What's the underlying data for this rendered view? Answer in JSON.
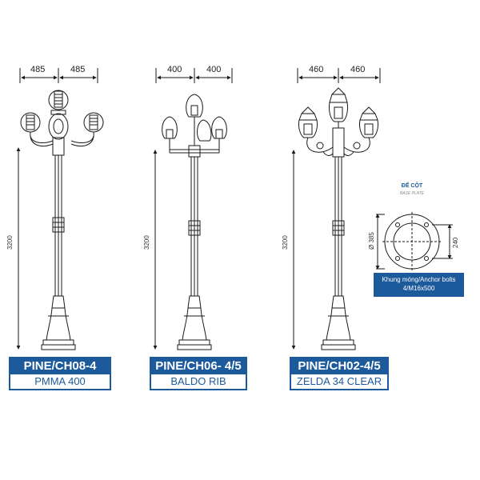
{
  "products": [
    {
      "model": "PINE/CH08-4",
      "lantern": "PMMA 400",
      "width_left": "485",
      "width_right": "485",
      "height": "3200"
    },
    {
      "model": "PINE/CH06- 4/5",
      "lantern": "BALDO RIB",
      "width_left": "400",
      "width_right": "400",
      "height": "3200"
    },
    {
      "model": "PINE/CH02-4/5",
      "lantern": "ZELDA 34 CLEAR",
      "width_left": "460",
      "width_right": "460",
      "height": "3200"
    }
  ],
  "base_plate": {
    "title": "ĐẾ CỘT",
    "subtitle": "BASE PLATE",
    "diameter": "Ø 385",
    "bolt_spacing": "240",
    "anchor_line1": "Khung móng/Anchor bolts",
    "anchor_line2": "4/M16x500"
  },
  "colors": {
    "label_blue": "#1d5a9b",
    "line": "#1a1a1a"
  }
}
